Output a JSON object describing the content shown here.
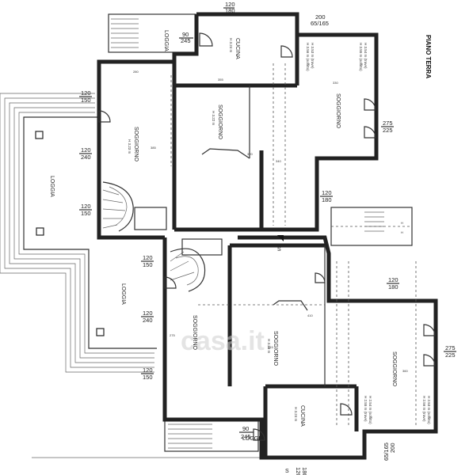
{
  "title": "PIANO TERRA",
  "watermark": "casa.it",
  "rooms": {
    "loggia_top": "LOGGIA",
    "cucina_top": "CUCINA",
    "cucina_top_h": "H 3.24 m",
    "soggiorno_a": "SOGGIORNO",
    "soggiorno_a_h": "H 3.22 m",
    "soggiorno_b": "SOGGIORNO",
    "soggiorno_b_h": "H 3.23 m",
    "soggiorno_c": "SOGGIORNO",
    "loggia_big": "LOGGIA",
    "loggia_mid": "LOGGIA",
    "soggiorno_d": "SOGGIORNO",
    "soggiorno_e": "SOGGIORNO",
    "soggiorno_e_h": "H 3.23 m",
    "soggiorno_f": "SOGGIORNO",
    "cucina_bot": "CUCINA",
    "cucina_bot_h": "H 3.24 m",
    "loggia_bot": "LOGGIA"
  },
  "heights": {
    "top_right_a": "H 3.53 m (trave)",
    "top_right_b": "H 3.56 m (soffitto)",
    "top_right_c": "H 3.54 m (trave)",
    "top_right_d": "H 3.55 m (soffitto)",
    "bot_right_a": "H 2.55 m (trave)",
    "bot_right_b": "H 2.54 m (soffitto)",
    "bot_right_c": "H 2.56 m (trave)",
    "bot_right_d": "H 2.53 m (soffitto)"
  },
  "dims": {
    "d_top_120": "120",
    "d_top_180": "180",
    "d_tr_200": "200",
    "d_tr_65": "65/165",
    "d_lg_90": "90",
    "d_lg_245": "245",
    "d_l1_120": "120",
    "d_l1_150": "150",
    "d_l2_120": "120",
    "d_l2_240": "240",
    "d_l3_120": "120",
    "d_l3_150": "150",
    "d_r1_275": "275",
    "d_r1_225": "225",
    "d_c1_120": "120",
    "d_c1_180": "180",
    "d_m1_120": "120",
    "d_m1_150": "150",
    "d_m2_120": "120",
    "d_m2_240": "240",
    "d_m3_120": "120",
    "d_m3_150": "150",
    "d_r2_120": "120",
    "d_r2_180": "180",
    "d_r3_275": "275",
    "d_r3_225": "225",
    "d_lb_90": "90",
    "d_lb_245": "245",
    "d_bt_120": "120",
    "d_bt_180": "180",
    "d_br_200": "200",
    "d_br_65": "65/165"
  },
  "marks": {
    "m1": "280",
    "m2": "355",
    "m3": "330",
    "m4": "320",
    "m5": "340",
    "m6": "385",
    "m7": "410",
    "m8": "275",
    "m9": "315",
    "m10": "360",
    "m11": "H",
    "m12": "H",
    "m13": "S",
    "m14": "S"
  }
}
